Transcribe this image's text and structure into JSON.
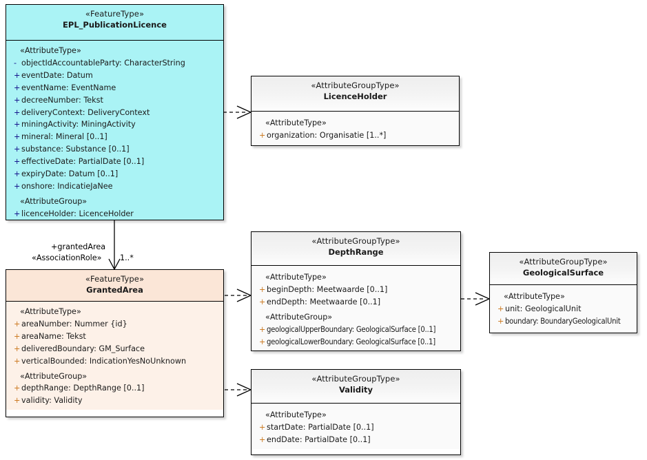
{
  "diagram": {
    "title": "EPL_PublicationLicence UML class diagram",
    "type": "uml-class-diagram",
    "background": "#ffffff",
    "colors": {
      "featuretype_licence_fill": "#aaf3f5",
      "featuretype_area_fill": "#fdf1e8",
      "attributegrouptype_fill": "#fafafa",
      "border": "#000000",
      "visibility_plus": "#cc7a22"
    }
  },
  "classes": [
    {
      "id": "epl",
      "stereotype": "«FeatureType»",
      "name": "EPL_PublicationLicence",
      "compartments": [
        {
          "group": "«AttributeType»",
          "attributes": [
            {
              "vis": "-",
              "text": "objectIdAccountableParty: CharacterString"
            },
            {
              "vis": "+",
              "text": "eventDate: Datum"
            },
            {
              "vis": "+",
              "text": "eventName: EventName"
            },
            {
              "vis": "+",
              "text": "decreeNumber: Tekst"
            },
            {
              "vis": "+",
              "text": "deliveryContext: DeliveryContext"
            },
            {
              "vis": "+",
              "text": "miningActivity: MiningActivity"
            },
            {
              "vis": "+",
              "text": "mineral: Mineral [0..1]"
            },
            {
              "vis": "+",
              "text": "substance: Substance [0..1]"
            },
            {
              "vis": "+",
              "text": "effectiveDate: PartialDate [0..1]"
            },
            {
              "vis": "+",
              "text": "expiryDate: Datum [0..1]"
            },
            {
              "vis": "+",
              "text": "onshore: IndicatieJaNee"
            }
          ]
        },
        {
          "group": "«AttributeGroup»",
          "attributes": [
            {
              "vis": "+",
              "text": "licenceHolder: LicenceHolder"
            }
          ]
        }
      ]
    },
    {
      "id": "licenceholder",
      "stereotype": "«AttributeGroupType»",
      "name": "LicenceHolder",
      "compartments": [
        {
          "group": "«AttributeType»",
          "attributes": [
            {
              "vis": "+",
              "text": "organization: Organisatie [1..*]"
            }
          ]
        }
      ]
    },
    {
      "id": "grantedarea",
      "stereotype": "«FeatureType»",
      "name": "GrantedArea",
      "compartments": [
        {
          "group": "«AttributeType»",
          "attributes": [
            {
              "vis": "+",
              "text": "areaNumber: Nummer {id}"
            },
            {
              "vis": "+",
              "text": "areaName: Tekst"
            },
            {
              "vis": "+",
              "text": "deliveredBoundary: GM_Surface"
            },
            {
              "vis": "+",
              "text": "verticalBounded: IndicationYesNoUnknown"
            }
          ]
        },
        {
          "group": "«AttributeGroup»",
          "attributes": [
            {
              "vis": "+",
              "text": "depthRange: DepthRange [0..1]"
            },
            {
              "vis": "+",
              "text": "validity: Validity"
            }
          ]
        }
      ]
    },
    {
      "id": "depthrange",
      "stereotype": "«AttributeGroupType»",
      "name": "DepthRange",
      "compartments": [
        {
          "group": "«AttributeType»",
          "attributes": [
            {
              "vis": "+",
              "text": "beginDepth: Meetwaarde [0..1]"
            },
            {
              "vis": "+",
              "text": "endDepth: Meetwaarde [0..1]"
            }
          ]
        },
        {
          "group": "«AttributeGroup»",
          "attributes": [
            {
              "vis": "+",
              "text": "geologicalUpperBoundary: GeologicalSurface [0..1]"
            },
            {
              "vis": "+",
              "text": "geologicalLowerBoundary: GeologicalSurface [0..1]"
            }
          ]
        }
      ]
    },
    {
      "id": "geologicalsurface",
      "stereotype": "«AttributeGroupType»",
      "name": "GeologicalSurface",
      "compartments": [
        {
          "group": "«AttributeType»",
          "attributes": [
            {
              "vis": "+",
              "text": "unit: GeologicalUnit"
            },
            {
              "vis": "+",
              "text": "boundary: BoundaryGeologicalUnit"
            }
          ]
        }
      ]
    },
    {
      "id": "validity",
      "stereotype": "«AttributeGroupType»",
      "name": "Validity",
      "compartments": [
        {
          "group": "«AttributeType»",
          "attributes": [
            {
              "vis": "+",
              "text": "startDate: PartialDate [0..1]"
            },
            {
              "vis": "+",
              "text": "endDate: PartialDate [0..1]"
            }
          ]
        }
      ]
    }
  ],
  "connectors": [
    {
      "id": "epl-grantedarea",
      "kind": "association",
      "from": "epl",
      "to": "grantedarea",
      "role_label": "+grantedArea",
      "role_stereotype": "«AssociationRole»",
      "multiplicity": "1..*"
    },
    {
      "id": "epl-licenceholder",
      "kind": "dependency",
      "from": "epl",
      "to": "licenceholder"
    },
    {
      "id": "ga-depthrange",
      "kind": "dependency",
      "from": "grantedarea",
      "to": "depthrange"
    },
    {
      "id": "ga-validity",
      "kind": "dependency",
      "from": "grantedarea",
      "to": "validity"
    },
    {
      "id": "dr-geosurface",
      "kind": "dependency",
      "from": "depthrange",
      "to": "geologicalsurface"
    }
  ]
}
